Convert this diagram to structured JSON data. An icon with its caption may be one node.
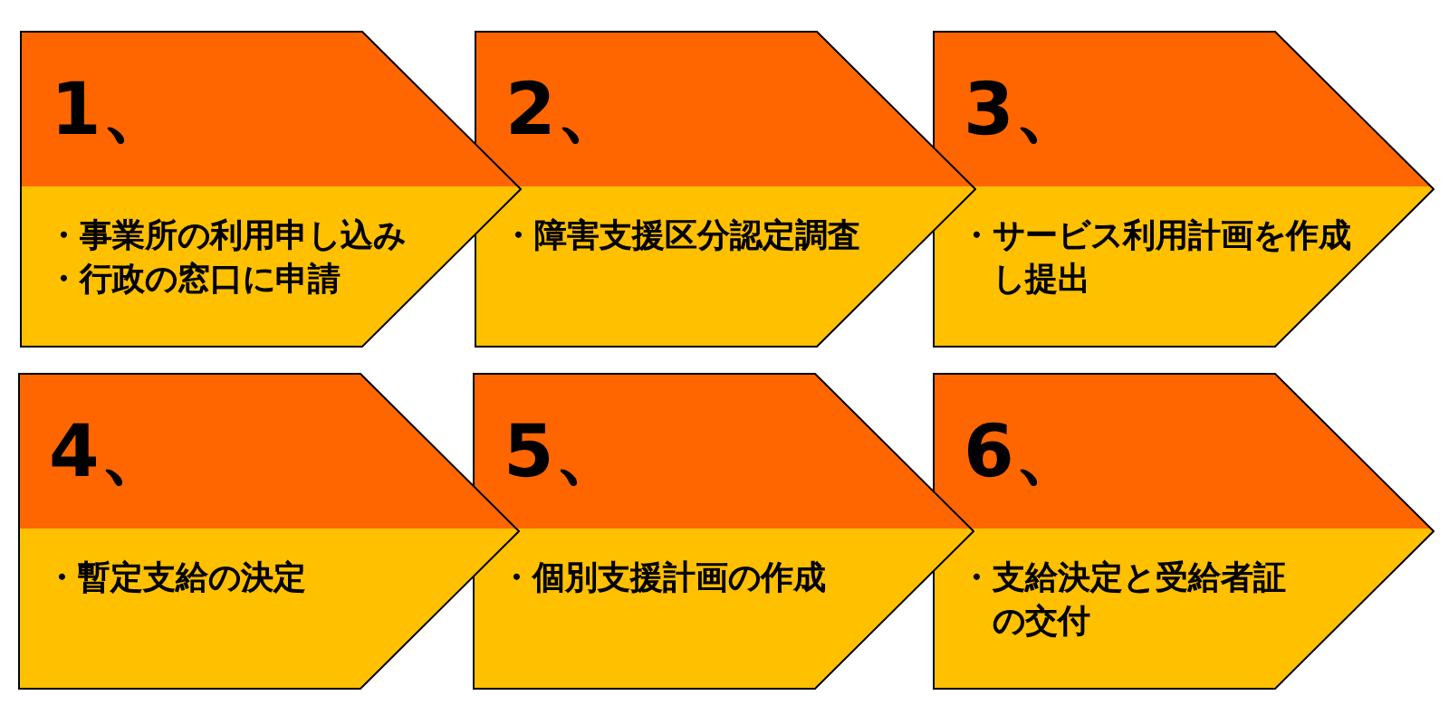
{
  "diagram": {
    "nodes": [
      {
        "text": [
          "1、",
          "・事業所の利用申し込み",
          "・行政の窓口に申請"
        ]
      },
      {
        "text": [
          "2、",
          "・障害支援区分認定調査"
        ]
      },
      {
        "text": [
          "3、",
          "・サービス利用計画を作成し提出"
        ]
      },
      {
        "text": [
          "4、",
          "・暫定支給の決定"
        ]
      },
      {
        "text": [
          "5、",
          "・個別支援計画の作成"
        ]
      },
      {
        "text": [
          "6、",
          "・支給決定と受給者証の交付"
        ]
      }
    ]
  }
}
